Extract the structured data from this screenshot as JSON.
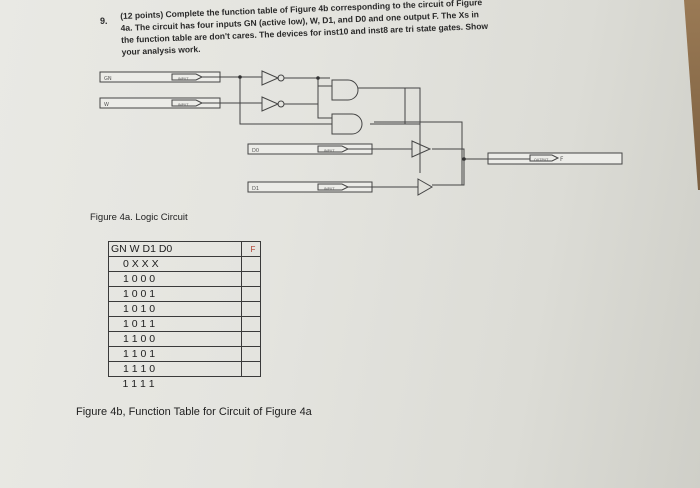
{
  "question": {
    "number": "9.",
    "lines": [
      "(12 points) Complete the function table of Figure 4b corresponding to the circuit of Figure",
      "4a. The circuit has four inputs GN (active low), W, D1, and D0 and one output F. The Xs in",
      "the function table are don't cares. The devices for inst10 and inst8 are tri state gates. Show",
      "your analysis work."
    ]
  },
  "circuit": {
    "inputs": [
      "GN",
      "W",
      "D0",
      "D1"
    ],
    "output": "F",
    "pin_labels": [
      "INPUT",
      "INPUT",
      "INPUT",
      "INPUT",
      "OUTPUT"
    ]
  },
  "figure_4a_caption": "Figure 4a. Logic Circuit",
  "function_table": {
    "header_inputs": "GN W D1 D0",
    "header_output": "F",
    "rows": [
      "0 X X X",
      "1 0 0 0",
      "1 0 0 1",
      "1 0 1 0",
      "1 0 1 1",
      "1 1 0 0",
      "1 1 0 1",
      "1 1 1 0",
      "1 1 1 1"
    ]
  },
  "figure_4b_caption": "Figure 4b, Function Table for Circuit of Figure 4a"
}
